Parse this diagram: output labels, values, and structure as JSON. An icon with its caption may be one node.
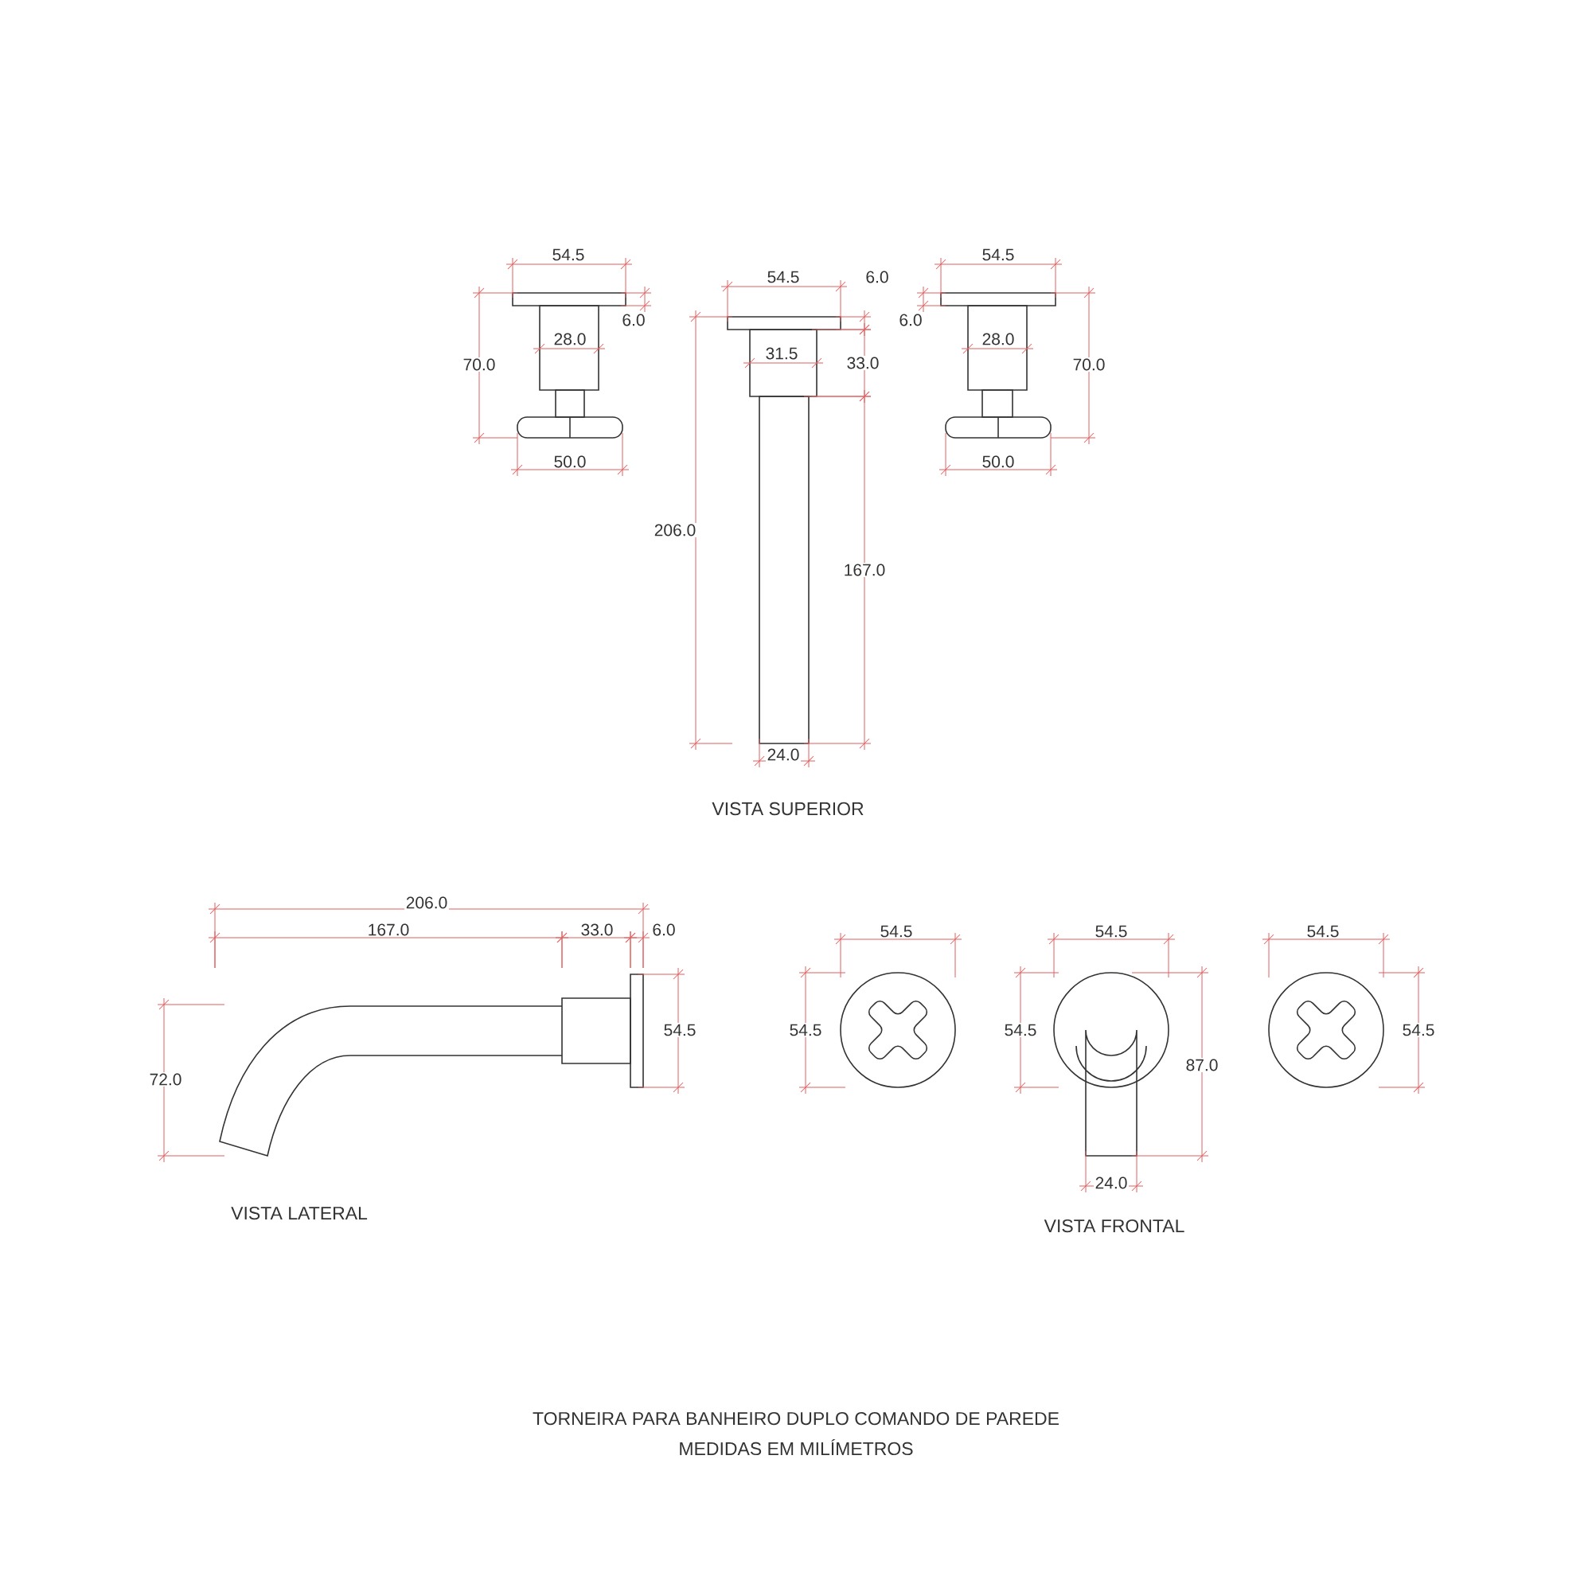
{
  "diagram": {
    "labels": [
      "54.5",
      "54.5",
      "6.0",
      "54.5",
      "6.0",
      "6.0",
      "28.0",
      "70.0",
      "31.5",
      "33.0",
      "28.0",
      "70.0",
      "50.0",
      "50.0",
      "206.0",
      "167.0",
      "24.0",
      "VISTA SUPERIOR",
      "206.0",
      "167.0",
      "33.0",
      "6.0",
      "54.5",
      "72.0",
      "VISTA LATERAL",
      "54.5",
      "54.5",
      "54.5",
      "54.5",
      "54.5",
      "87.0",
      "54.5",
      "24.0",
      "VISTA FRONTAL",
      "TORNEIRA PARA BANHEIRO DUPLO COMANDO DE PAREDE",
      "MEDIDAS EM MILÍMETROS"
    ]
  }
}
